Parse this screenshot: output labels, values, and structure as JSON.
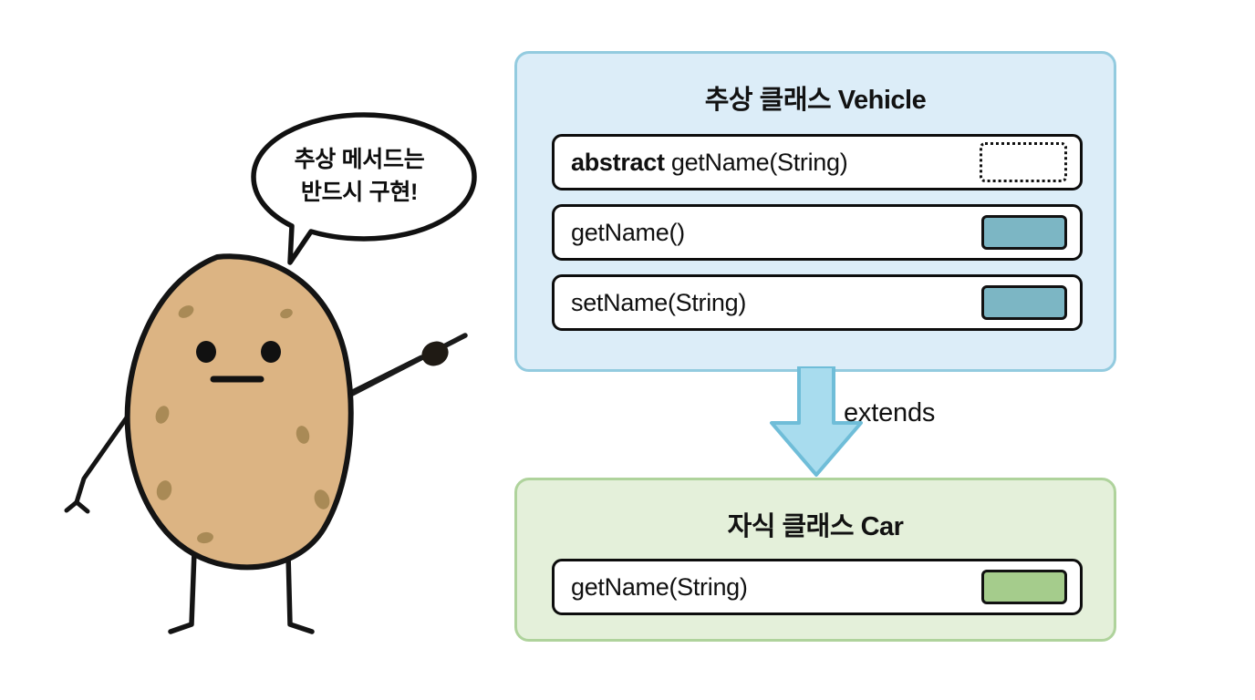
{
  "diagram": {
    "title_context": "Java abstract class inheritance diagram",
    "background_color": "#ffffff"
  },
  "speech_bubble": {
    "name": "speech-bubble",
    "text": "추상 메서드는\n반드시 구현!",
    "line1": "추상 메서드는",
    "line2": "반드시 구현!"
  },
  "character": {
    "name": "potato-character",
    "body_color": "#dcb483",
    "outline_color": "#141414",
    "spot_color": "#a98a56",
    "pointer": "pointing-stick"
  },
  "parent_class": {
    "title": "추상 클래스 Vehicle",
    "panel_fill": "#dcedf8",
    "panel_border": "#93cbdf",
    "methods": [
      {
        "keyword": "abstract",
        "signature": " getName(String)",
        "full_text": "abstract getName(String)",
        "implementation": "none",
        "swatch_style": "empty-dotted",
        "swatch_color": "#ffffff"
      },
      {
        "keyword": "",
        "signature": "getName()",
        "full_text": "getName()",
        "implementation": "implemented",
        "swatch_style": "filled-teal",
        "swatch_color": "#7cb6c4"
      },
      {
        "keyword": "",
        "signature": "setName(String)",
        "full_text": "setName(String)",
        "implementation": "implemented",
        "swatch_style": "filled-teal",
        "swatch_color": "#7cb6c4"
      }
    ]
  },
  "relationship": {
    "label": "extends",
    "arrow_direction": "down",
    "arrow_fill": "#a8dcee",
    "arrow_border": "#6fbdd8"
  },
  "child_class": {
    "title": "자식 클래스 Car",
    "panel_fill": "#e4f0da",
    "panel_border": "#afd39c",
    "methods": [
      {
        "keyword": "",
        "signature": "getName(String)",
        "full_text": "getName(String)",
        "implementation": "implemented",
        "swatch_style": "filled-green",
        "swatch_color": "#a5cc8c"
      }
    ]
  }
}
